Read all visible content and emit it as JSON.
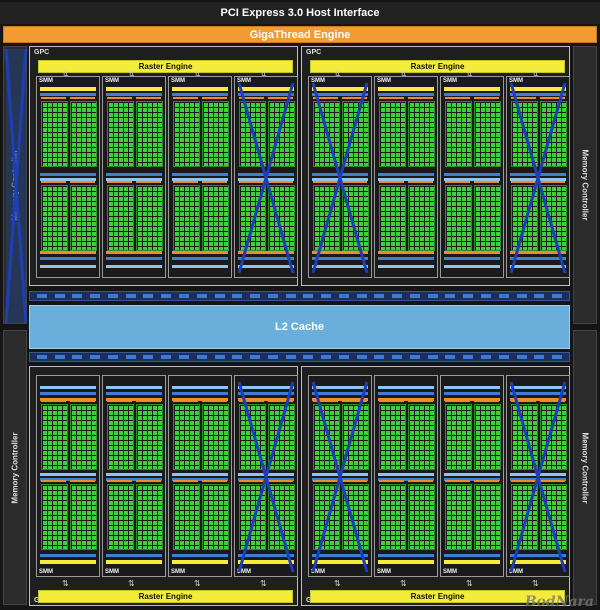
{
  "pcie_label": "PCI Express 3.0 Host Interface",
  "gigathread_label": "GigaThread Engine",
  "memory_controller_label": "Memory Controller",
  "l2_label": "L2 Cache",
  "gpc_label": "GPC",
  "raster_label": "Raster Engine",
  "smm_label": "SMM",
  "watermark": "BodNara",
  "colors": {
    "raster": "#f4ec3a",
    "core": "#3fcf3b",
    "l2": "#6aaedc",
    "gigathread": "#f39a33",
    "disabled_mark": "#1c3fb6"
  },
  "gpcs": [
    {
      "position": "top-left",
      "disabled_smm": [
        4
      ]
    },
    {
      "position": "top-right",
      "disabled_smm": [
        1,
        4
      ]
    },
    {
      "position": "bottom-left",
      "disabled_smm": [
        4
      ]
    },
    {
      "position": "bottom-right",
      "disabled_smm": [
        1,
        4
      ]
    }
  ],
  "memory_controllers": [
    {
      "side": "left",
      "half": "top",
      "disabled": true
    },
    {
      "side": "left",
      "half": "bottom",
      "disabled": false
    },
    {
      "side": "right",
      "half": "top",
      "disabled": false
    },
    {
      "side": "right",
      "half": "bottom",
      "disabled": false
    }
  ]
}
